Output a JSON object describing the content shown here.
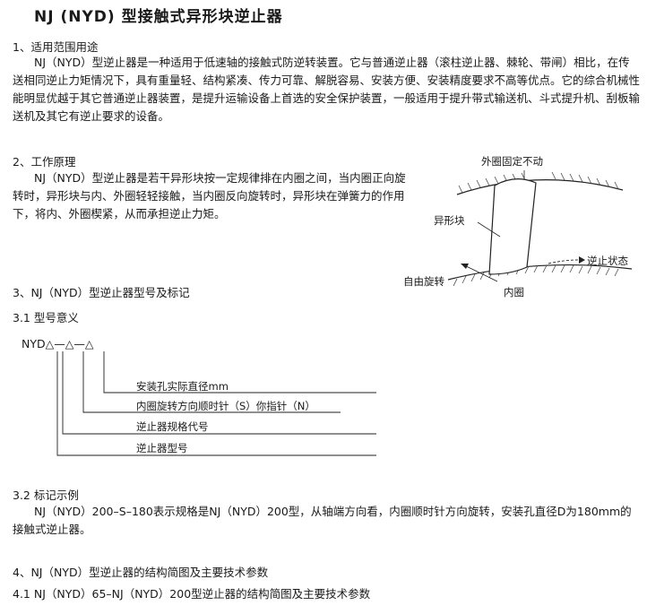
{
  "title": "NJ (NYD) 型接触式异形块逆止器",
  "section1": {
    "heading": "1、适用范围用途",
    "body": "NJ（NYD）型逆止器是一种适用于低速轴的接触式防逆转装置。它与普通逆止器（滚柱逆止器、棘轮、带闸）相比，在传送相同逆止力矩情况下，具有重量轻、结构紧凑、传力可靠、解脱容易、安装方便、安装精度要求不高等优点。它的综合机械性能明显优越于其它普通逆止器装置，是提升运输设备上首选的安全保护装置，一般适用于提升带式输送机、斗式提升机、刮板输送机及其它有逆止要求的设备。"
  },
  "section2": {
    "heading": "2、工作原理",
    "body": "NJ（NYD）型逆止器是若干异形块按一定规律排在内圈之间，当内圈正向旋转时，异形块与内、外圈轻轻接触，当内圈反向旋转时，异形块在弹簧力的作用下，将内、外圈楔紧，从而承担逆止力矩。"
  },
  "diagram": {
    "outer_label": "外圈固定不动",
    "block_label": "异形块",
    "stop_label": "逆止状态",
    "free_label": "自由旋转",
    "inner_label": "内圈"
  },
  "section3": {
    "heading": "3、NJ（NYD）型逆止器型号及标记",
    "sub": "3.1 型号意义",
    "code": "NYD△—△—△",
    "items": [
      "安装孔实际直径mm",
      "内圈旋转方向顺时针（S）你指针（N）",
      "逆止器规格代号",
      "逆止器型号"
    ]
  },
  "section32": {
    "heading": "3.2 标记示例",
    "body": "NJ（NYD）200–S–180表示规格是NJ（NYD）200型，从轴端方向看，内圈顺时针方向旋转，安装孔直径D为180mm的接触式逆止器。"
  },
  "section4": {
    "heading": "4、NJ（NYD）型逆止器的结构简图及主要技术参数",
    "sub": "4.1 NJ（NYD）65–NJ（NYD）200型逆止器的结构简图及主要技术参数"
  }
}
